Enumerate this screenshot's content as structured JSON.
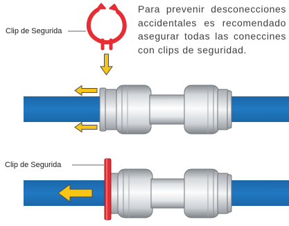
{
  "instructions": {
    "text": "Para prevenir desconecciones accidentales es recomendado asegurar todas las coneccines con clips de seguridad."
  },
  "labels": {
    "clip_top": "Clip de Segurida",
    "clip_bottom": "Clip de Segurida"
  },
  "colors": {
    "tube": "#1e73b8",
    "clip": "#e52d33",
    "arrow": "#f6c515",
    "fitting": "#e3e6e9"
  },
  "icons": [
    "c-clip-icon",
    "down-arrow-icon",
    "left-arrow-icon"
  ]
}
